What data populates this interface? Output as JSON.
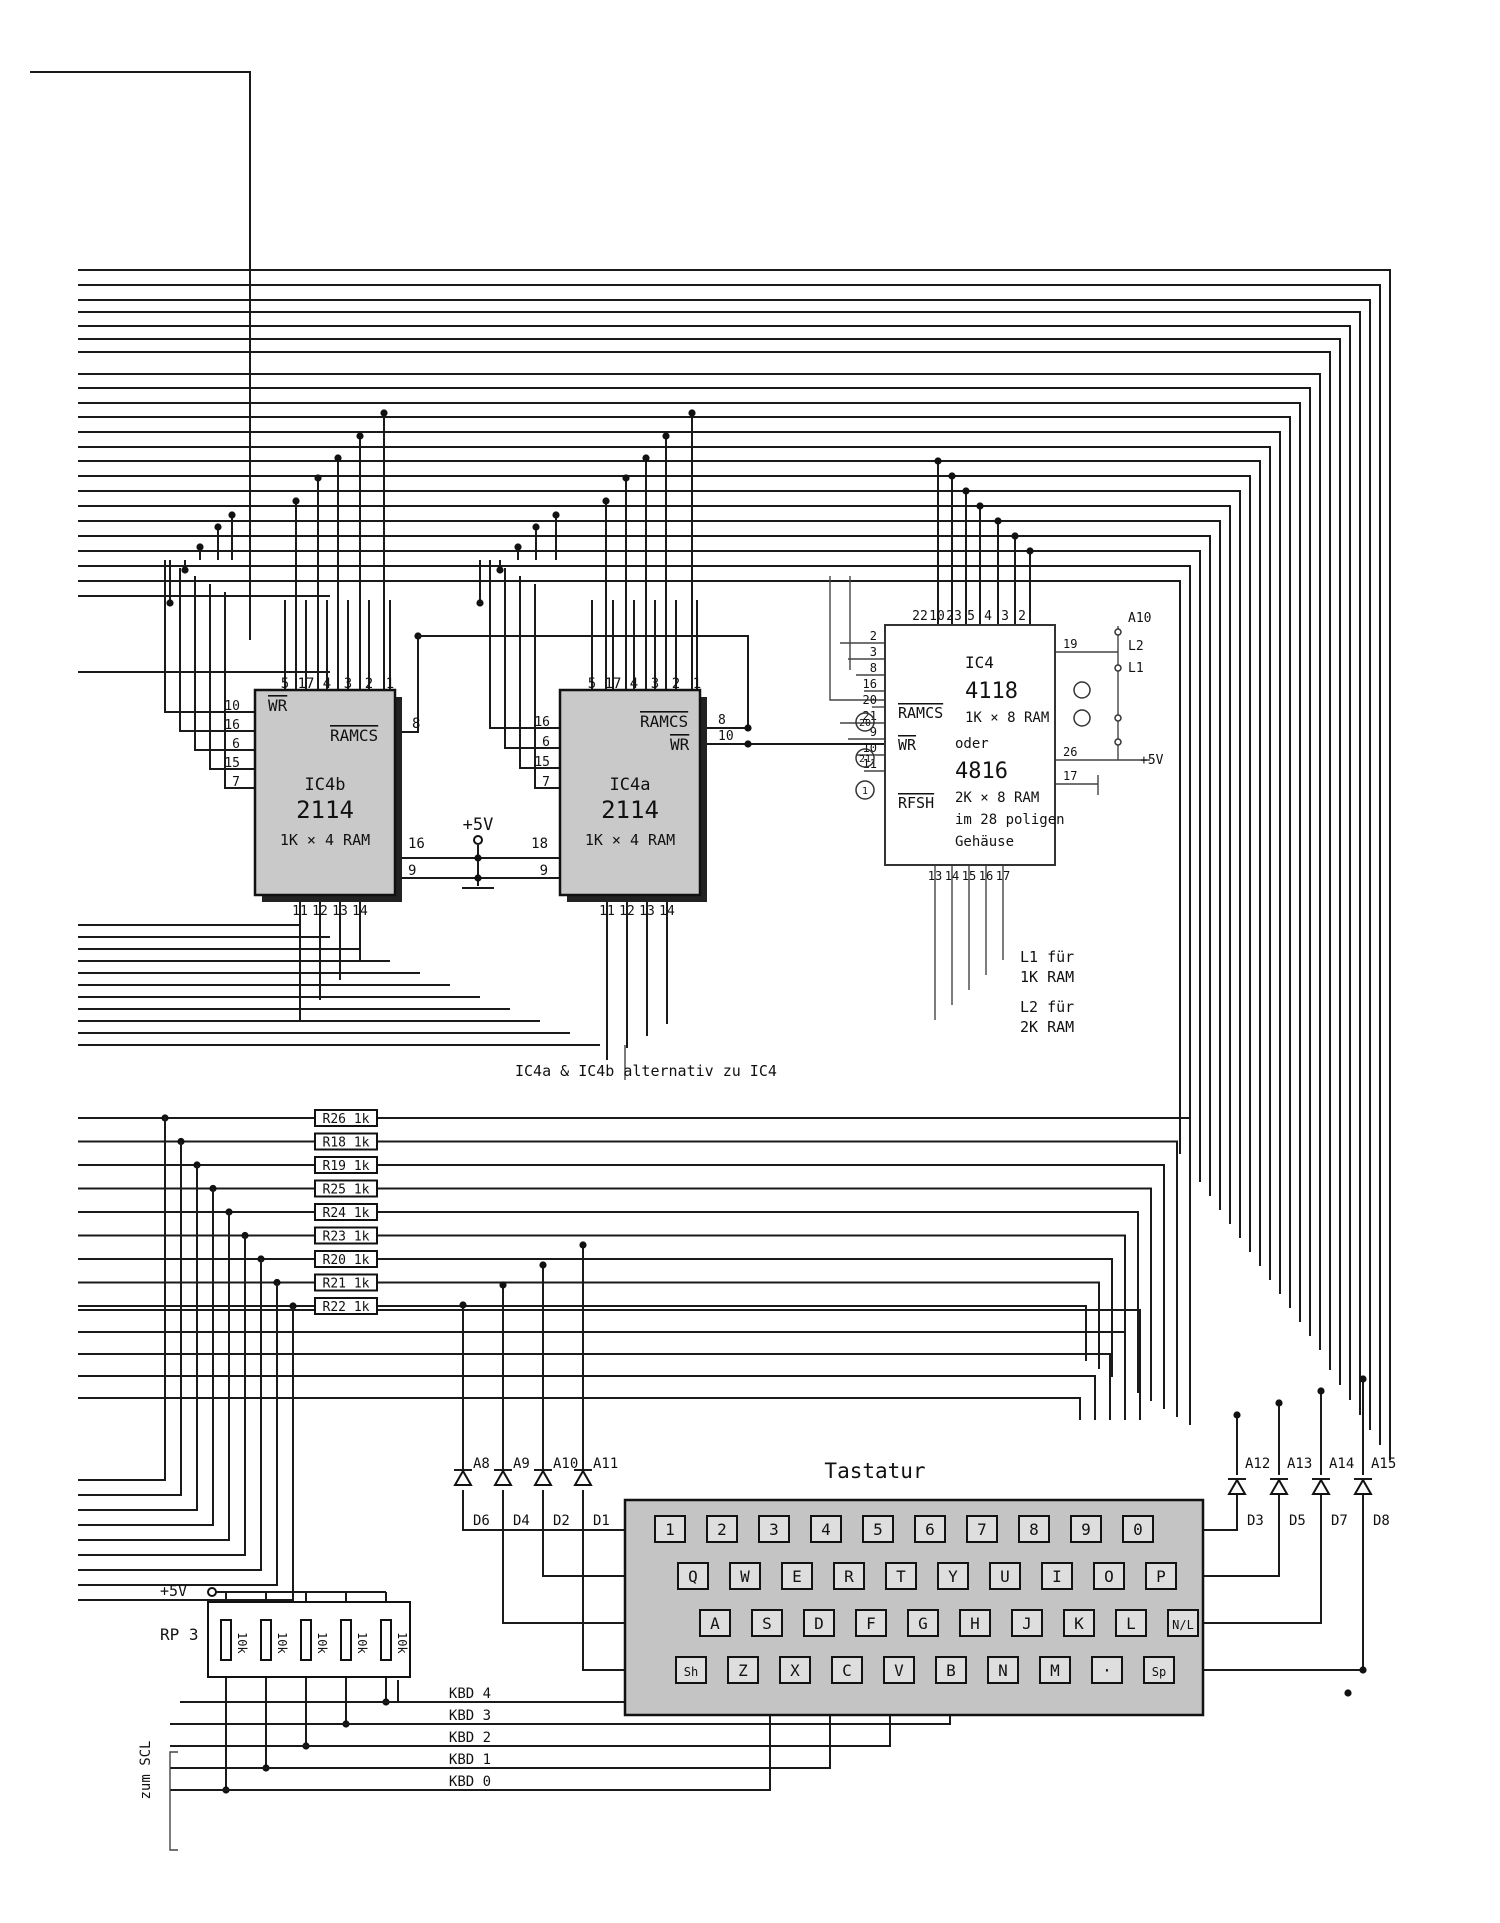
{
  "ic4b": {
    "name": "IC4b",
    "part": "2114",
    "desc": "1K × 4 RAM",
    "pin_ramcs": "RAMCS",
    "pin_wr": "WR",
    "pins_top": [
      "5",
      "17",
      "4",
      "3",
      "2",
      "1"
    ],
    "pins_left": [
      "10",
      "16",
      "6",
      "15",
      "7"
    ],
    "pin_right": "8",
    "pins_bottom": [
      "11",
      "12",
      "13",
      "14"
    ],
    "pin_r16": "16",
    "pin_r9": "9"
  },
  "ic4a": {
    "name": "IC4a",
    "part": "2114",
    "desc": "1K × 4 RAM",
    "pin_ramcs": "RAMCS",
    "pin_wr": "WR",
    "pins_top": [
      "5",
      "17",
      "4",
      "3",
      "2",
      "1"
    ],
    "pins_left": [
      "16",
      "6",
      "15",
      "7"
    ],
    "pins_right": [
      "8",
      "10"
    ],
    "pins_bottom": [
      "11",
      "12",
      "13",
      "14"
    ],
    "pin_l18": "18",
    "pin_l9": "9"
  },
  "ic4": {
    "name": "IC4",
    "part1": "4118",
    "desc1": "1K × 8 RAM",
    "oder": "oder",
    "part2": "4816",
    "desc2": "2K × 8 RAM",
    "pkg1": "im 28 poligen",
    "pkg2": "Gehäuse",
    "pin_ramcs": "RAMCS",
    "pin_wr": "WR",
    "pin_rfsh": "RFSH",
    "pins_top": [
      "22",
      "10",
      "23",
      "5",
      "4",
      "3",
      "2"
    ],
    "pins_left": [
      "2",
      "3",
      "8",
      "16",
      "20",
      "21",
      "9",
      "10",
      "11"
    ],
    "pins_right": [
      "19",
      "26",
      "17"
    ],
    "pins_bottom": [
      "13",
      "14",
      "15",
      "16",
      "17"
    ],
    "circled": [
      "20",
      "21",
      "1"
    ],
    "sel_a": "A10",
    "sel_l2": "L2",
    "sel_l1": "L1",
    "vcc": "+5V"
  },
  "supply_label": "+5V",
  "notes": {
    "l1": "L1 für",
    "l1b": "1K RAM",
    "l2": "L2 für",
    "l2b": "2K RAM",
    "alt": "IC4a & IC4b alternativ zu IC4"
  },
  "resistors": [
    "R26 1k",
    "R18 1k",
    "R19 1k",
    "R25 1k",
    "R24 1k",
    "R23 1k",
    "R20 1k",
    "R21 1k",
    "R22 1k"
  ],
  "diodes_left": [
    {
      "addr": "A8",
      "ref": "D6"
    },
    {
      "addr": "A9",
      "ref": "D4"
    },
    {
      "addr": "A10",
      "ref": "D2"
    },
    {
      "addr": "A11",
      "ref": "D1"
    }
  ],
  "diodes_right": [
    {
      "addr": "A12",
      "ref": "D3"
    },
    {
      "addr": "A13",
      "ref": "D5"
    },
    {
      "addr": "A14",
      "ref": "D7"
    },
    {
      "addr": "A15",
      "ref": "D8"
    }
  ],
  "keyboard": {
    "title": "Tastatur",
    "rows": [
      [
        "1",
        "2",
        "3",
        "4",
        "5",
        "6",
        "7",
        "8",
        "9",
        "0"
      ],
      [
        "Q",
        "W",
        "E",
        "R",
        "T",
        "Y",
        "U",
        "I",
        "O",
        "P"
      ],
      [
        "A",
        "S",
        "D",
        "F",
        "G",
        "H",
        "J",
        "K",
        "L",
        "N/L"
      ],
      [
        "Sh",
        "Z",
        "X",
        "C",
        "V",
        "B",
        "N",
        "M",
        "·",
        "Sp"
      ]
    ]
  },
  "rp3": {
    "name": "RP 3",
    "vcc": "+5V",
    "values": [
      "10k",
      "10k",
      "10k",
      "10k",
      "10k"
    ]
  },
  "kbd_lines": [
    "KBD 4",
    "KBD 3",
    "KBD 2",
    "KBD 1",
    "KBD 0"
  ],
  "zum_scl": "zum SCL"
}
